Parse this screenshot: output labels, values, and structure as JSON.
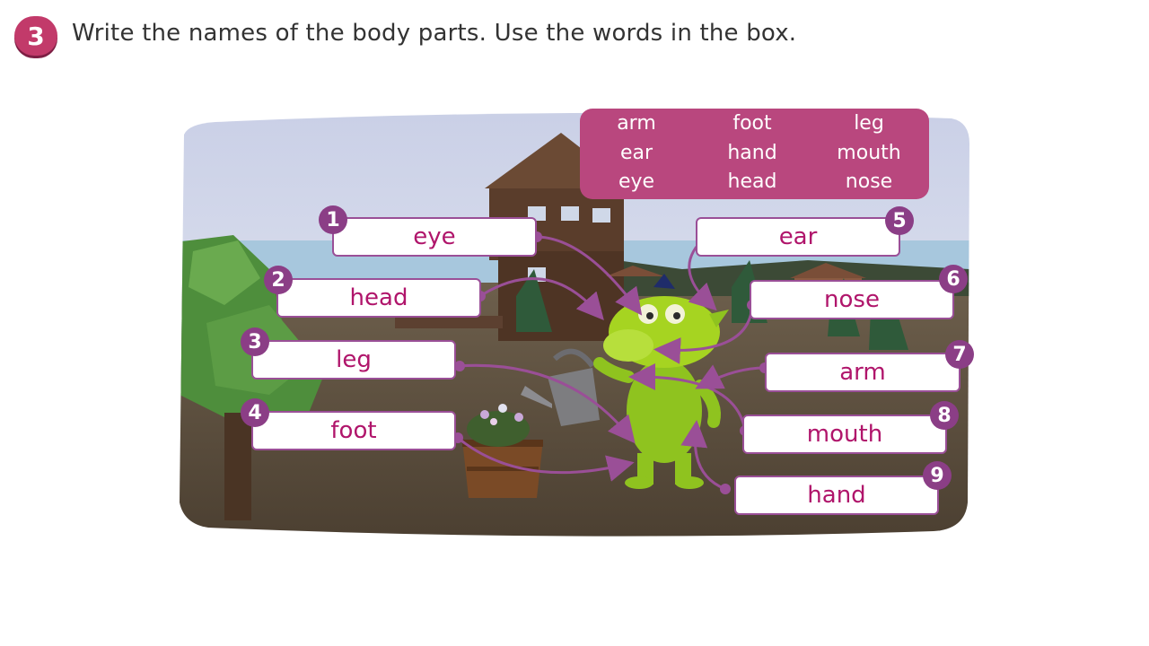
{
  "exercise": {
    "number": "3",
    "instruction": "Write the names of the body parts. Use the words in the box."
  },
  "word_box": {
    "words": [
      "arm",
      "foot",
      "leg",
      "ear",
      "hand",
      "mouth",
      "eye",
      "head",
      "nose"
    ]
  },
  "labels": [
    {
      "number": "1",
      "answer": "eye"
    },
    {
      "number": "2",
      "answer": "head"
    },
    {
      "number": "3",
      "answer": "leg"
    },
    {
      "number": "4",
      "answer": "foot"
    },
    {
      "number": "5",
      "answer": "ear"
    },
    {
      "number": "6",
      "answer": "nose"
    },
    {
      "number": "7",
      "answer": "arm"
    },
    {
      "number": "8",
      "answer": "mouth"
    },
    {
      "number": "9",
      "answer": "hand"
    }
  ],
  "colors": {
    "badge": "#c23a6a",
    "word_box": "#b9477e",
    "label_text": "#b0156b",
    "label_border": "#9a4f97",
    "number_circle": "#8b3e86",
    "arrow": "#9a4f97"
  }
}
